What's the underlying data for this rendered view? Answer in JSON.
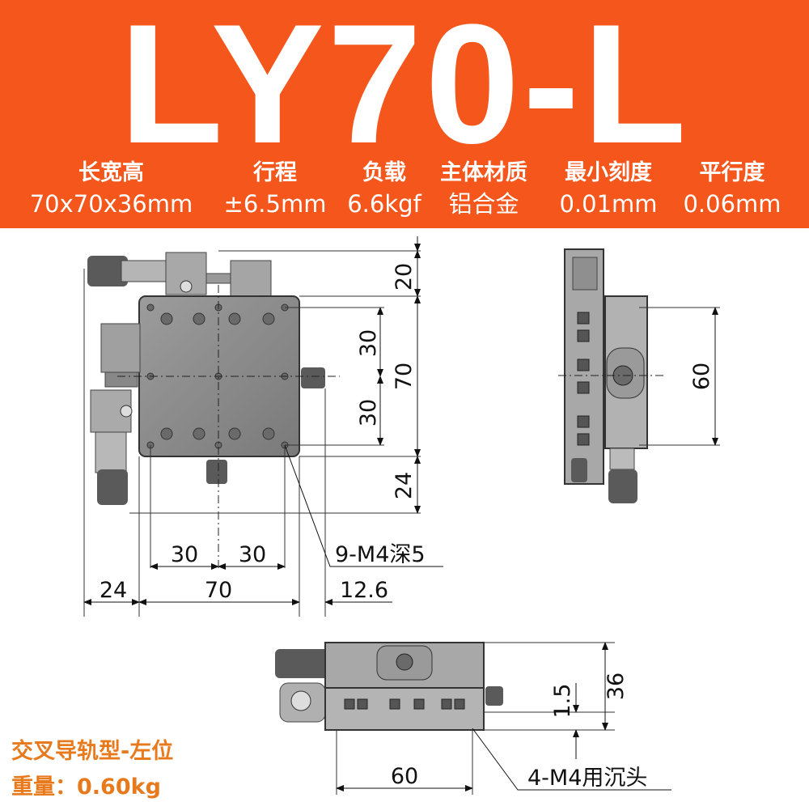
{
  "header": {
    "model": "LY70-L",
    "specs": [
      {
        "label": "长宽高",
        "value": "70x70x36mm"
      },
      {
        "label": "行程",
        "value": "±6.5mm"
      },
      {
        "label": "负载",
        "value": "6.6kgf"
      },
      {
        "label": "主体材质",
        "value": "铝合金"
      },
      {
        "label": "最小刻度",
        "value": "0.01mm"
      },
      {
        "label": "平行度",
        "value": "0.06mm"
      }
    ]
  },
  "dimensions": {
    "top_20": "20",
    "mid_30a": "30",
    "mid_30b": "30",
    "total_70v": "70",
    "bottom_24": "24",
    "side_60": "60",
    "bottom_30a": "30",
    "bottom_30b": "30",
    "left_24": "24",
    "width_70": "70",
    "right_12_6": "12.6",
    "front_36": "36",
    "front_1_5": "1.5",
    "front_60": "60"
  },
  "callouts": {
    "holes": "9-M4深5",
    "mount": "4-M4用沉头"
  },
  "footer": {
    "type": "交叉导轨型-左位",
    "weight": "重量：0.60kg"
  },
  "colors": {
    "banner": "#f4561c",
    "footer_text": "#e87a1e"
  }
}
